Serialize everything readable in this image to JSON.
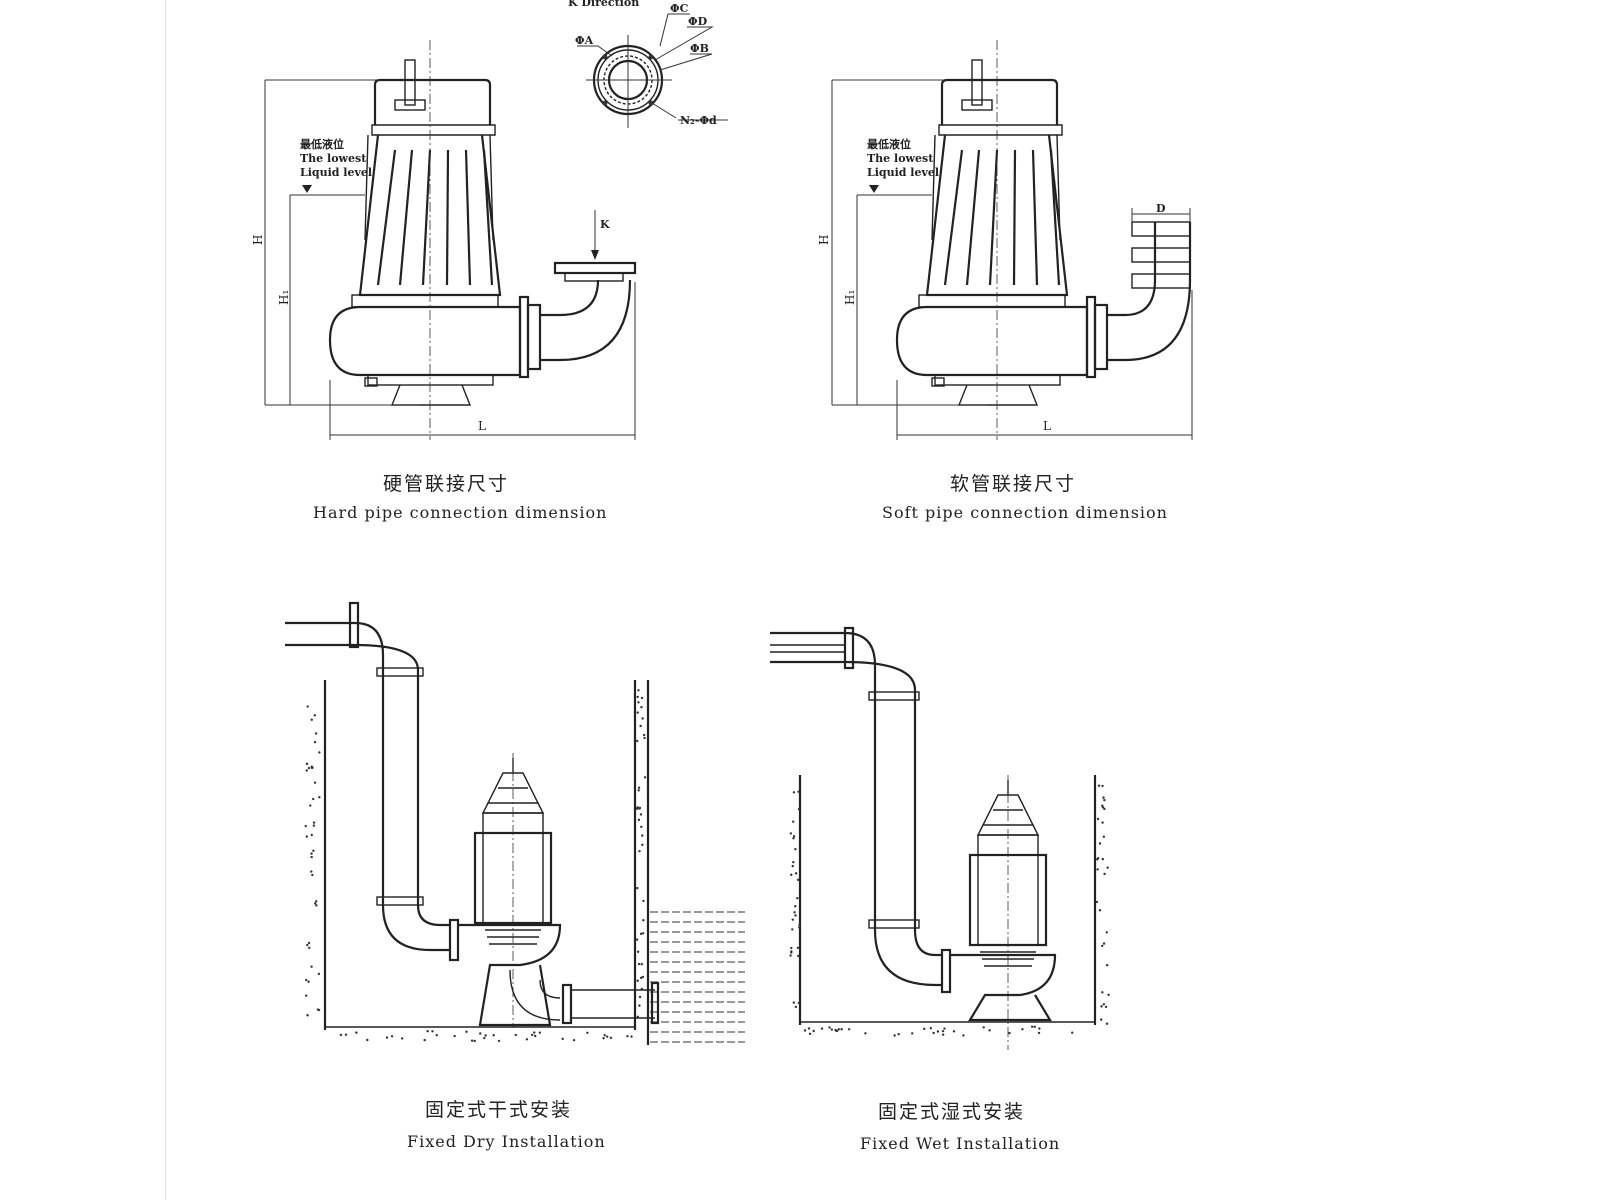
{
  "k_view": {
    "title": "K Direction",
    "labels": [
      "ΦA",
      "ΦB",
      "ΦC",
      "ΦD",
      "N₂-Φd"
    ]
  },
  "hard_pipe": {
    "level_cn": "最低液位",
    "level_en_1": "The lowest",
    "level_en_2": "Liquid level",
    "dim_h": "H",
    "dim_h1": "H₁",
    "dim_l": "L",
    "dim_k": "K",
    "caption_cn": "硬管联接尺寸",
    "caption_en": "Hard pipe connection dimension"
  },
  "soft_pipe": {
    "level_cn": "最低液位",
    "level_en_1": "The lowest",
    "level_en_2": "Liquid level",
    "dim_h": "H",
    "dim_h1": "H₁",
    "dim_l": "L",
    "dim_d": "D",
    "caption_cn": "软管联接尺寸",
    "caption_en": "Soft pipe connection dimension"
  },
  "dry_install": {
    "caption_cn": "固定式干式安装",
    "caption_en": "Fixed Dry Installation"
  },
  "wet_install": {
    "caption_cn": "固定式湿式安装",
    "caption_en": "Fixed Wet Installation"
  }
}
